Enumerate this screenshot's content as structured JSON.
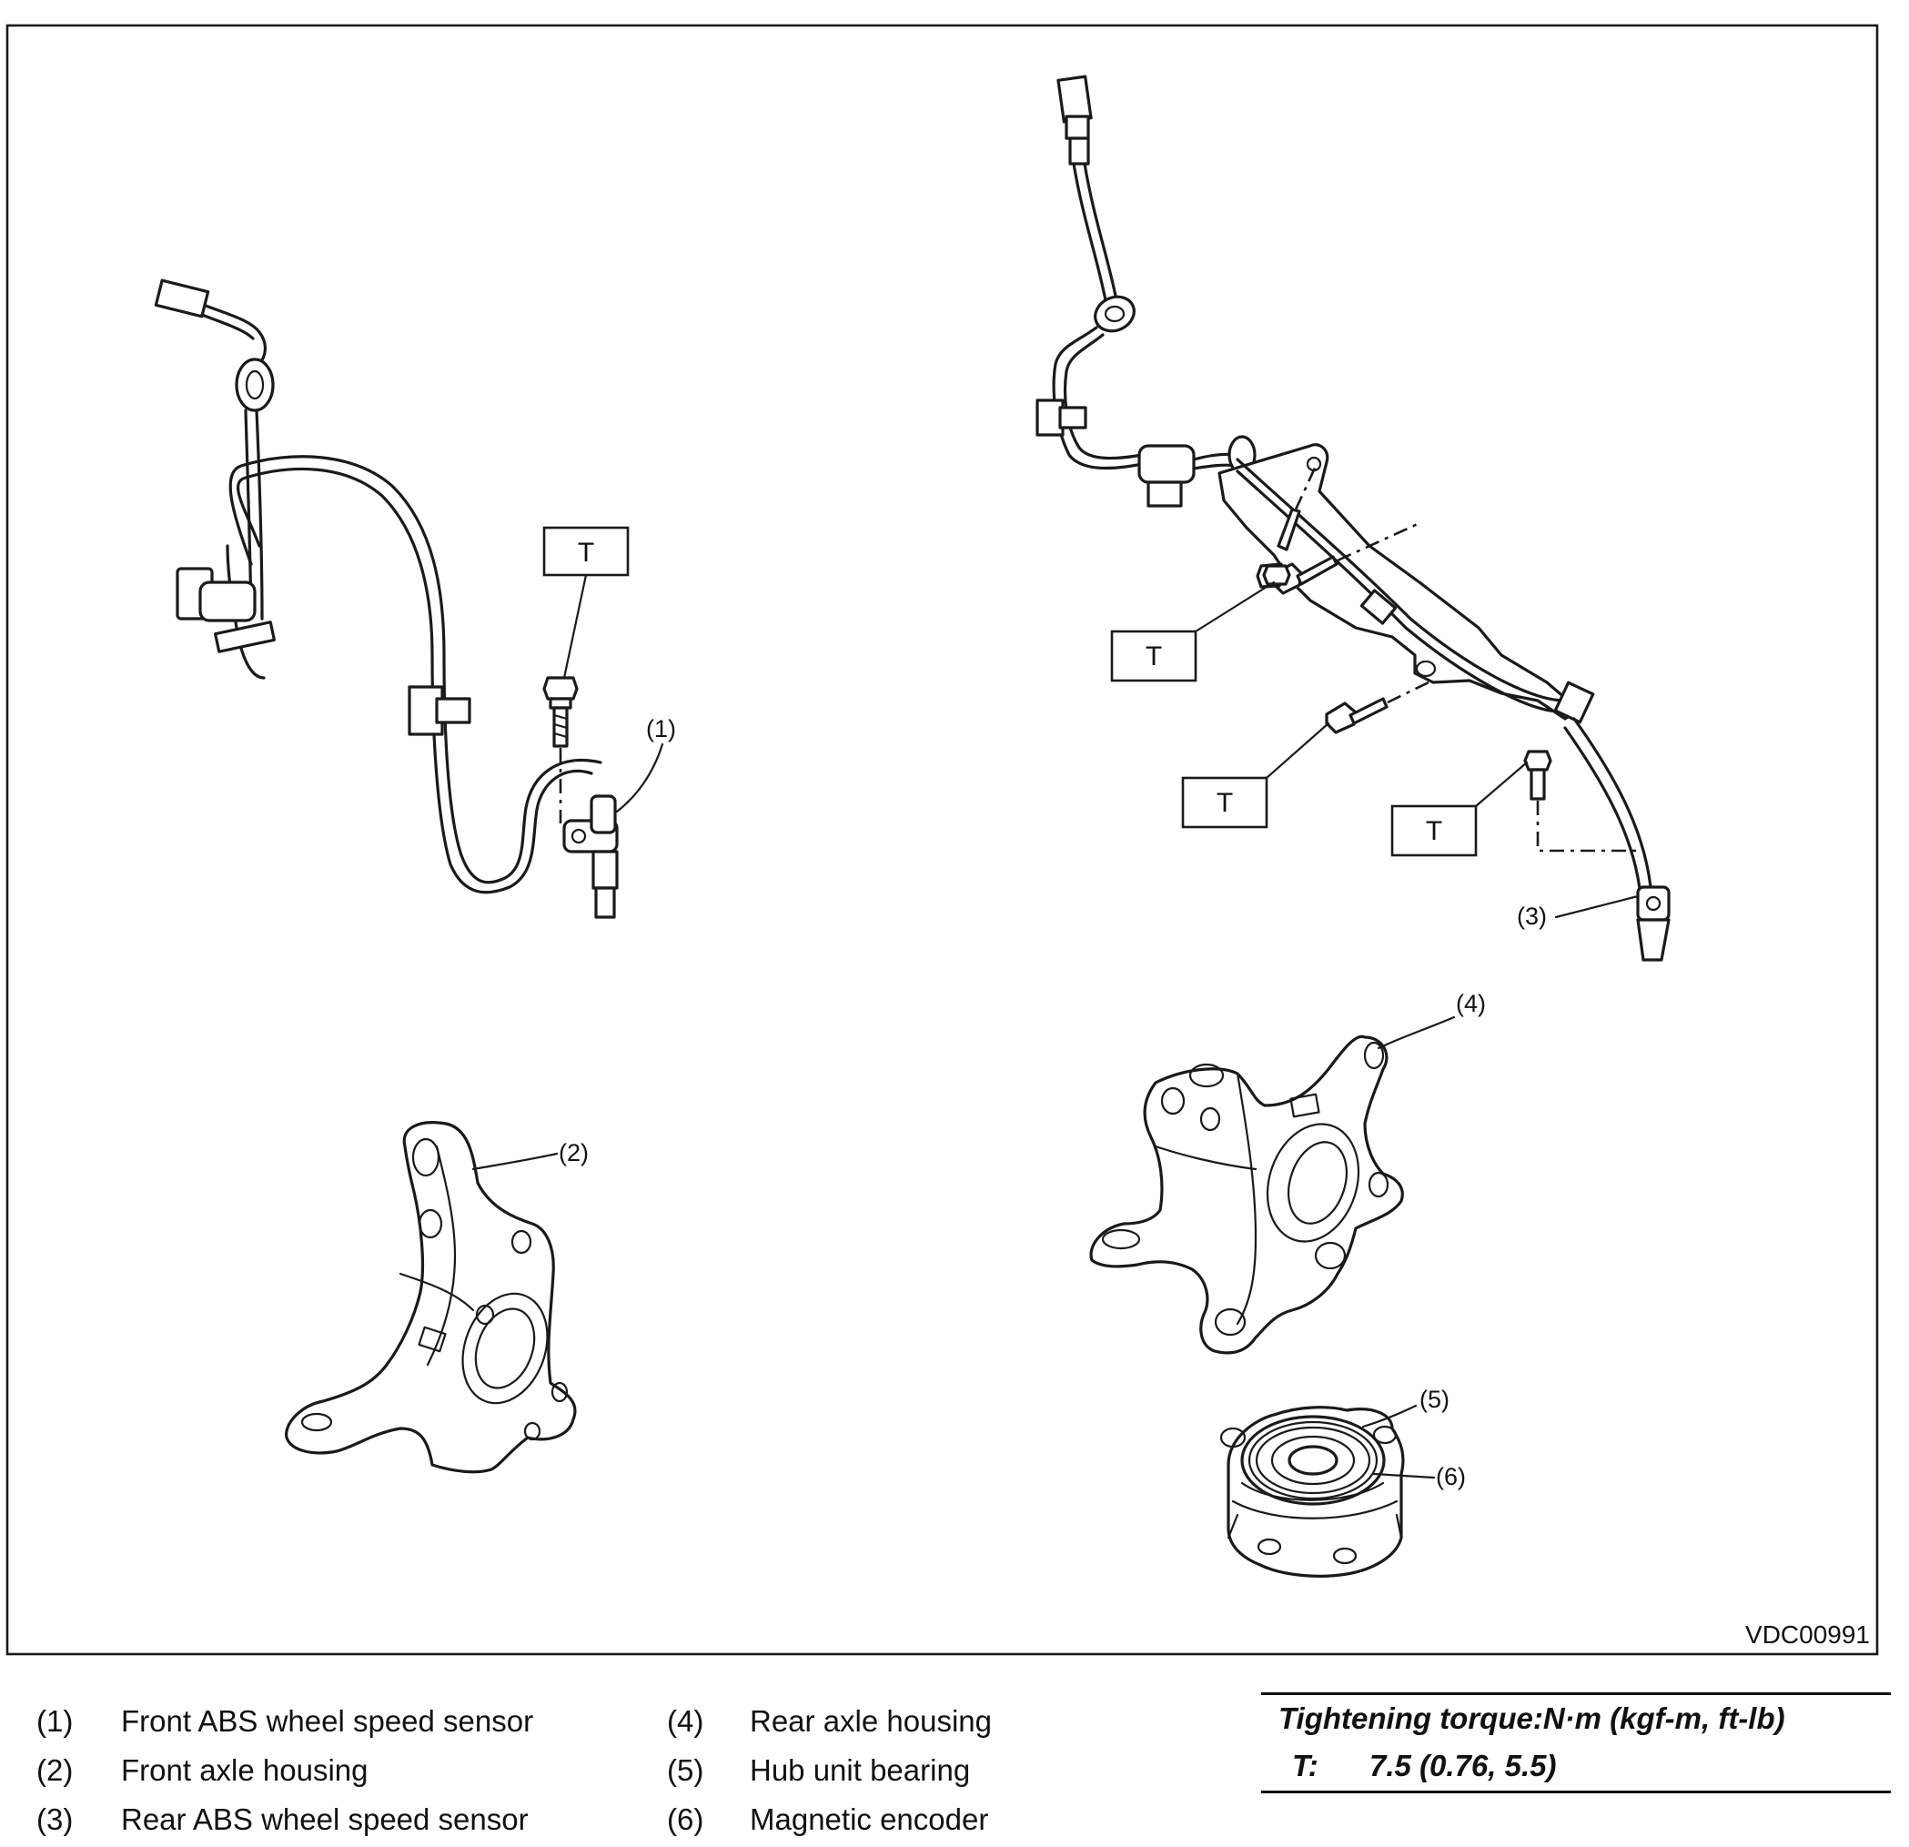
{
  "figure": {
    "code": "VDC00991",
    "torque_box_label": "T",
    "callouts": [
      "(1)",
      "(2)",
      "(3)",
      "(4)",
      "(5)",
      "(6)"
    ]
  },
  "legend": {
    "col1": [
      {
        "num": "(1)",
        "text": "Front ABS wheel speed sensor"
      },
      {
        "num": "(2)",
        "text": "Front axle housing"
      },
      {
        "num": "(3)",
        "text": "Rear ABS wheel speed sensor"
      }
    ],
    "col2": [
      {
        "num": "(4)",
        "text": "Rear axle housing"
      },
      {
        "num": "(5)",
        "text": "Hub unit bearing"
      },
      {
        "num": "(6)",
        "text": "Magnetic encoder"
      }
    ]
  },
  "torque_spec": {
    "heading": "Tightening torque:N·m (kgf-m, ft-lb)",
    "label": "T:",
    "value": "7.5 (0.76, 5.5)"
  }
}
